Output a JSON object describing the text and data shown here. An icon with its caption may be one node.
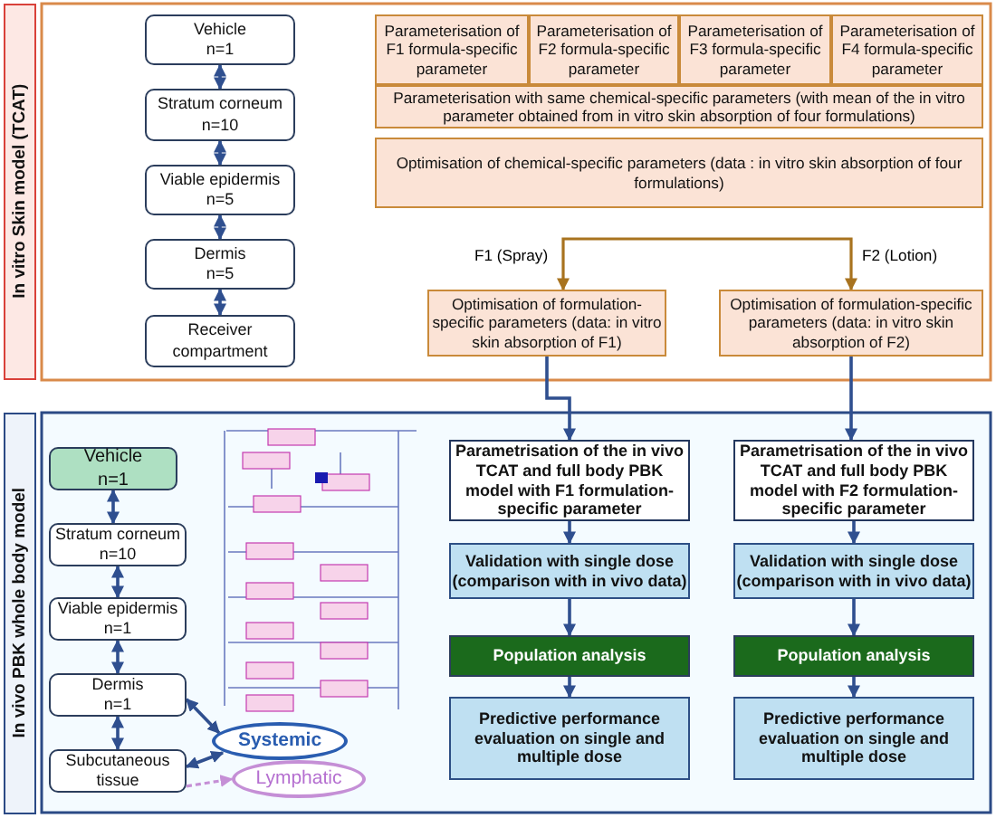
{
  "diagram": {
    "nodes": [
      {
        "text": [
          "In vitro Skin model (TCAT)"
        ]
      },
      {
        "text": [
          "Vehicle",
          "n=1"
        ]
      },
      {
        "text": [
          "Stratum corneum",
          "n=10"
        ]
      },
      {
        "text": [
          "Viable epidermis",
          "n=5"
        ]
      },
      {
        "text": [
          "Dermis",
          "n=5"
        ]
      },
      {
        "text": [
          "Receiver compartment"
        ]
      },
      {
        "text": [
          "Parameterisation of F1 formula-specific parameter"
        ]
      },
      {
        "text": [
          "Parameterisation of F2 formula-specific parameter"
        ]
      },
      {
        "text": [
          "Parameterisation of F3 formula-specific parameter"
        ]
      },
      {
        "text": [
          "Parameterisation of F4 formula-specific parameter"
        ]
      },
      {
        "text": [
          "Parameterisation with same chemical-specific parameters (with mean of the in vitro parameter obtained from in vitro skin absorption of four formulations)"
        ]
      },
      {
        "text": [
          "Optimisation of chemical-specific parameters (data : in vitro skin absorption of four formulations)"
        ]
      },
      {
        "text": [
          "Optimisation of formulation-specific parameters (data: in vitro skin absorption of F1)"
        ]
      },
      {
        "text": [
          "Optimisation of formulation-specific parameters (data: in vitro skin absorption of F2)"
        ]
      },
      {
        "text": [
          "In vivo PBK whole body model"
        ]
      },
      {
        "text": [
          "Vehicle",
          "n=1"
        ]
      },
      {
        "text": [
          "Stratum corneum",
          "n=10"
        ]
      },
      {
        "text": [
          "Viable epidermis",
          "n=1"
        ]
      },
      {
        "text": [
          "Dermis",
          "n=1"
        ]
      },
      {
        "text": [
          "Subcutaneous tissue"
        ]
      },
      {
        "text": [
          "Systemic"
        ]
      },
      {
        "text": [
          "Lymphatic"
        ]
      },
      {
        "text": [
          "Parametrisation of the in vivo TCAT and full body PBK model with F1 formulation-specific  parameter"
        ]
      },
      {
        "text": [
          "Parametrisation of the in vivo TCAT and full body PBK model with F2 formulation-specific  parameter"
        ]
      },
      {
        "text": [
          "Validation with single dose (comparison with in vivo data)"
        ]
      },
      {
        "text": [
          "Validation with single dose (comparison with in vivo data)"
        ]
      },
      {
        "text": [
          "Population analysis"
        ]
      },
      {
        "text": [
          "Population analysis"
        ]
      },
      {
        "text": [
          "Predictive performance evaluation on single and multiple dose"
        ]
      },
      {
        "text": [
          "Predictive performance evaluation on single and multiple dose"
        ]
      }
    ],
    "edges": [
      {
        "from": 1,
        "to": 2,
        "arrow": "both"
      },
      {
        "from": 2,
        "to": 3,
        "arrow": "both"
      },
      {
        "from": 3,
        "to": 4,
        "arrow": "both"
      },
      {
        "from": 4,
        "to": 5,
        "arrow": "both"
      },
      {
        "from": null,
        "to": 12,
        "arrow": "to",
        "label": "F1 (Spray)",
        "color": "#a8731f"
      },
      {
        "from": null,
        "to": 13,
        "arrow": "to",
        "label": "F2 (Lotion)",
        "color": "#a8731f"
      },
      {
        "from": 12,
        "to": 22,
        "arrow": "to"
      },
      {
        "from": 13,
        "to": 23,
        "arrow": "to"
      },
      {
        "from": 22,
        "to": 24,
        "arrow": "to"
      },
      {
        "from": 24,
        "to": 26,
        "arrow": "to"
      },
      {
        "from": 26,
        "to": 28,
        "arrow": "to"
      },
      {
        "from": 23,
        "to": 25,
        "arrow": "to"
      },
      {
        "from": 25,
        "to": 27,
        "arrow": "to"
      },
      {
        "from": 27,
        "to": 29,
        "arrow": "to"
      },
      {
        "from": 15,
        "to": 16,
        "arrow": "both"
      },
      {
        "from": 16,
        "to": 17,
        "arrow": "both"
      },
      {
        "from": 17,
        "to": 18,
        "arrow": "both"
      },
      {
        "from": 18,
        "to": 19,
        "arrow": "both"
      },
      {
        "from": 18,
        "to": 20,
        "arrow": "both"
      },
      {
        "from": 19,
        "to": 20,
        "arrow": "both"
      },
      {
        "from": 19,
        "to": 21,
        "arrow": "to",
        "style": "dashed",
        "color": "#c58fd6"
      }
    ]
  }
}
